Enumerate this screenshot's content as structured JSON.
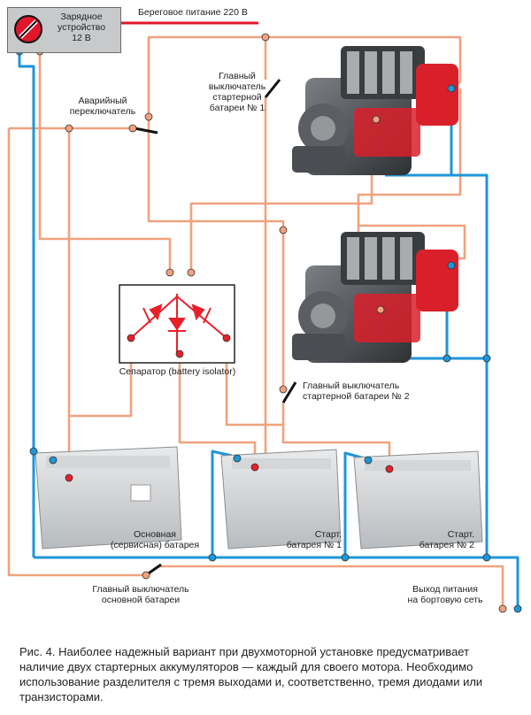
{
  "charger": {
    "label": "Зарядное\nустройство\n12 В"
  },
  "shore_power": {
    "label": "Береговое питание 220 В"
  },
  "emergency_switch": {
    "label": "Аварийный\nпереключатель"
  },
  "starter1_main_switch": {
    "label": "Главный\nвыключатель\nстартерной\nбатареи № 1"
  },
  "starter2_main_switch": {
    "label": "Главный выключатель\nстартерной батареи № 2"
  },
  "separator": {
    "label": "Сепаратор (battery isolator)"
  },
  "batteries": [
    {
      "label": "Основная\n(сервисная) батарея"
    },
    {
      "label": "Старт.\nбатарея № 1"
    },
    {
      "label": "Старт.\nбатарея № 2"
    }
  ],
  "house_main_switch": {
    "label": "Главный выключатель\nосновной батареи"
  },
  "power_output": {
    "label": "Выход питания\nна бортовую сеть"
  },
  "caption": "Рис. 4. Наиболее надежный вариант при двухмоторной установке предусматривает наличие двух стартерных аккумуляторов — каждый для своего мотора. Необходимо использование разделителя с тремя выходами и, соответственно, тремя диодами или транзисторами.",
  "colors": {
    "positive_wire": "#f0a27e",
    "negative_wire": "#1e96d8",
    "shore_wire": "#e0162b",
    "diode": "#e8202a",
    "engine_red": "#d9202a"
  }
}
